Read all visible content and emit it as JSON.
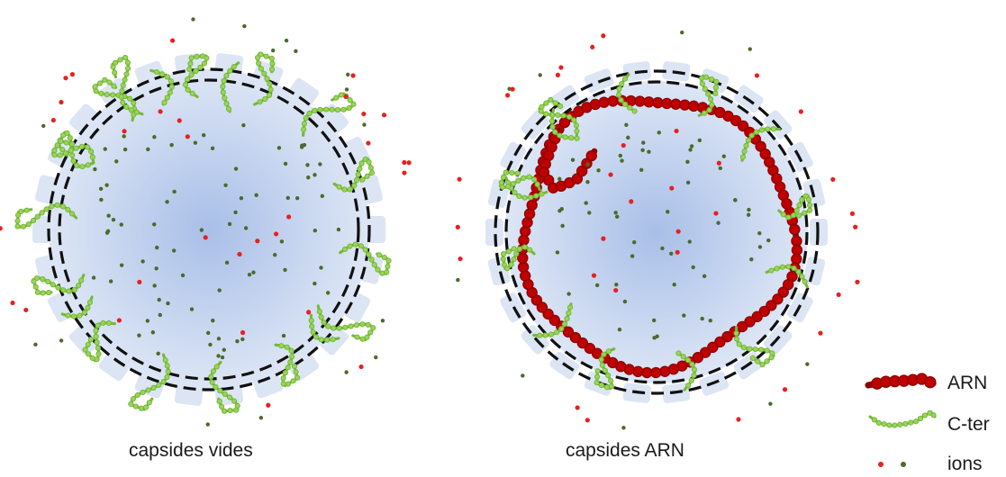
{
  "panels": [
    {
      "id": "empty",
      "caption": "capsides vides"
    },
    {
      "id": "rna",
      "caption": "capsides ARN"
    }
  ],
  "legend": {
    "rna_label": "ARN",
    "cter_label": "C-ter",
    "ions_label": "ions"
  },
  "colors": {
    "rna": "#c00000",
    "cter": "#8fd14f",
    "ion_red": "#e82020",
    "ion_green": "#4a6b2a",
    "core": "#b8c9ea",
    "shell": "#dce5f4",
    "dash": "#111111"
  }
}
